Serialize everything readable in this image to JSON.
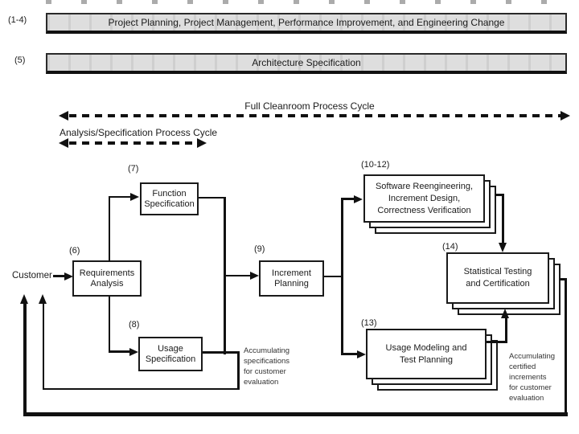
{
  "title_bars": [
    {
      "label": "(1-4)",
      "text": "Project Planning, Project Management, Performance Improvement, and Engineering Change"
    },
    {
      "label": "(5)",
      "text": "Architecture Specification"
    }
  ],
  "cycles": {
    "full": "Full Cleanroom Process Cycle",
    "analysis": "Analysis/Specification Process Cycle"
  },
  "customer": "Customer",
  "boxes": {
    "requirements": {
      "num": "(6)",
      "line1": "Requirements",
      "line2": "Analysis"
    },
    "function_spec": {
      "num": "(7)",
      "line1": "Function",
      "line2": "Specification"
    },
    "usage_spec": {
      "num": "(8)",
      "line1": "Usage",
      "line2": "Specification"
    },
    "increment_planning": {
      "num": "(9)",
      "line1": "Increment",
      "line2": "Planning"
    },
    "sw_reengineering": {
      "num": "(10-12)",
      "line1": "Software Reengineering,",
      "line2": "Increment Design,",
      "line3": "Correctness Verification"
    },
    "usage_modeling": {
      "num": "(13)",
      "line1": "Usage Modeling and",
      "line2": "Test Planning"
    },
    "statistical_testing": {
      "num": "(14)",
      "line1": "Statistical Testing",
      "line2": "and Certification"
    }
  },
  "annotations": {
    "specs": {
      "line1": "Accumulating",
      "line2": "specifications",
      "line3": "for customer",
      "line4": "evaluation"
    },
    "increments": {
      "line1": "Accumulating",
      "line2": "certified",
      "line3": "increments",
      "line4": "for customer",
      "line5": "evaluation"
    }
  },
  "colors": {
    "bar_fill": "#dedede",
    "line": "#111111",
    "text": "#1b1b1b",
    "background": "#ffffff"
  }
}
